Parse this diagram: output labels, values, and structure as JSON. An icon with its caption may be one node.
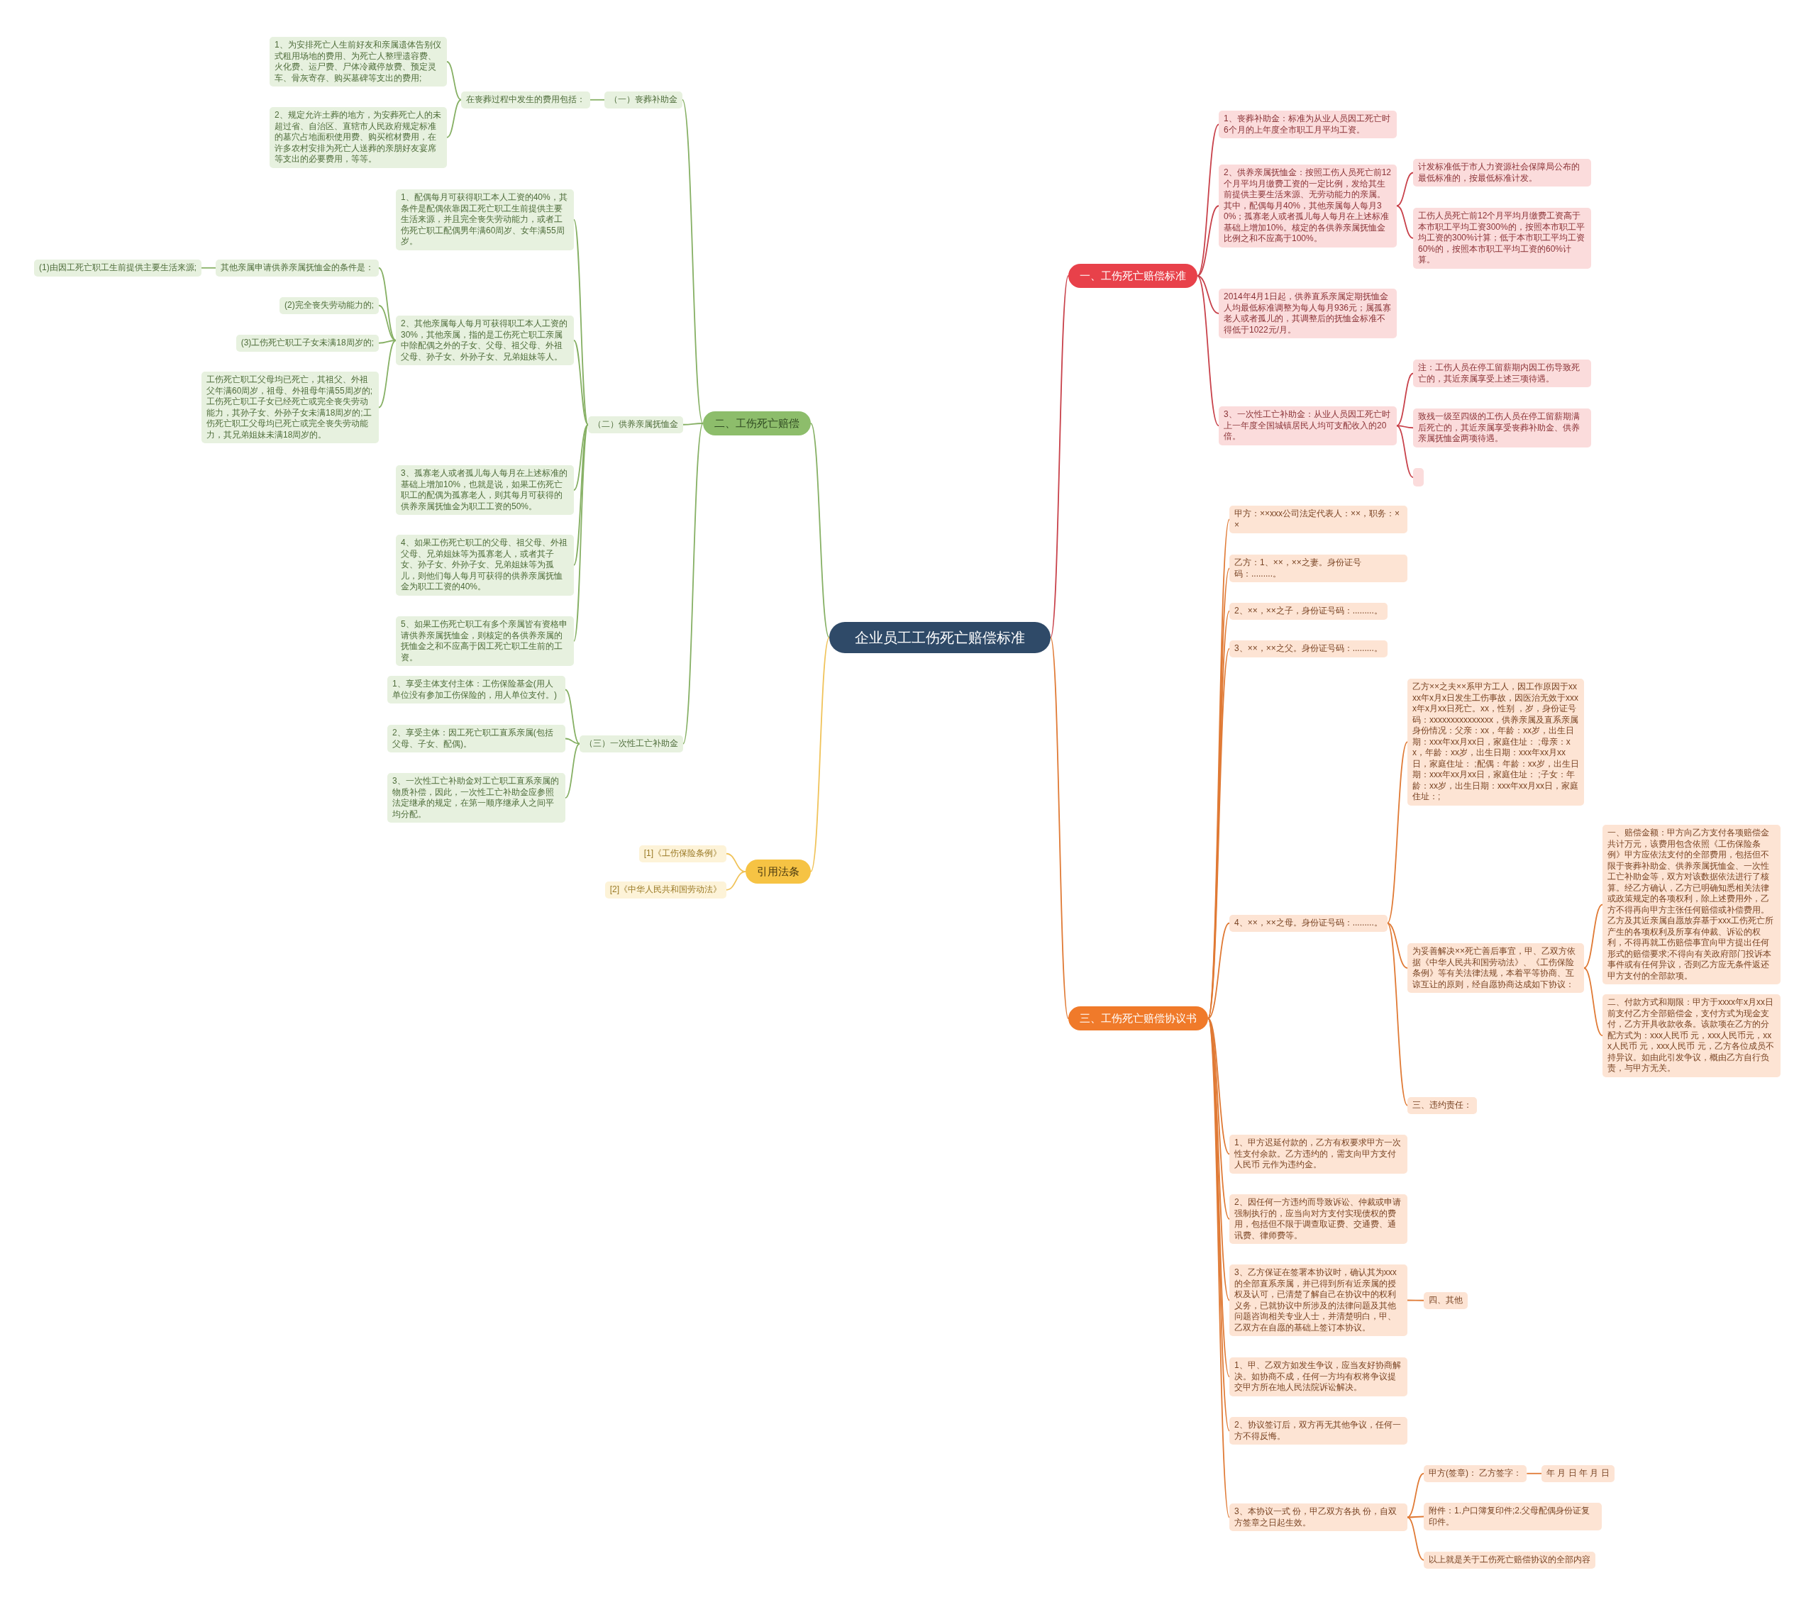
{
  "diagram": {
    "nodes": [
      {
        "text": [
          "企业员工工伤死亡赔偿标准"
        ]
      },
      {
        "text": [
          "一、工伤死亡赔偿标准"
        ]
      },
      {
        "text": [
          "1、丧葬补助金：标准为从业人员因工死亡时6个月的上年度全市职工月平均工资。"
        ]
      },
      {
        "text": [
          "2、供养亲属抚恤金：按照工伤人员死亡前12个月平均月缴费工资的一定比例，发给其生前提供主要生活来源、无劳动能力的亲属。其中，配偶每月40%，其他亲属每人每月30%；孤寡老人或者孤儿每人每月在上述标准基础上增加10%。核定的各供养亲属抚恤金比例之和不应高于100%。"
        ]
      },
      {
        "text": [
          "计发标准低于市人力资源社会保障局公布的最低标准的，按最低标准计发。"
        ]
      },
      {
        "text": [
          "工伤人员死亡前12个月平均月缴费工资高于本市职工平均工资300%的，按照本市职工平均工资的300%计算；低于本市职工平均工资60%的，按照本市职工平均工资的60%计算。"
        ]
      },
      {
        "text": [
          "2014年4月1日起，供养直系亲属定期抚恤金人均最低标准调整为每人每月936元；属孤寡老人或者孤儿的，其调整后的抚恤金标准不得低于1022元/月。"
        ]
      },
      {
        "text": [
          "3、一次性工亡补助金：从业人员因工死亡时上一年度全国城镇居民人均可支配收入的20倍。"
        ]
      },
      {
        "text": [
          "注：工伤人员在停工留薪期内因工伤导致死亡的，其近亲属享受上述三项待遇。"
        ]
      },
      {
        "text": [
          "致残一级至四级的工伤人员在停工留薪期满后死亡的，其近亲属享受丧葬补助金、供养亲属抚恤金两项待遇。"
        ]
      },
      {
        "text": [],
        "shape": "box"
      },
      {
        "text": [
          "二、工伤死亡赔偿"
        ]
      },
      {
        "text": [
          "（一）丧葬补助金"
        ]
      },
      {
        "text": [
          "在丧葬过程中发生的费用包括："
        ]
      },
      {
        "text": [
          "1、为安排死亡人生前好友和亲属遗体告别仪式租用场地的费用、为死亡人整理遗容费、火化费、运尸费、尸体冷藏停放费、预定灵车、骨灰寄存、购买墓碑等支出的费用;"
        ]
      },
      {
        "text": [
          "2、规定允许土葬的地方，为安葬死亡人的未超过省、自治区、直辖市人民政府规定标准的墓穴占地面积使用费、购买棺材费用，在许多农村安排为死亡人送葬的亲朋好友宴席等支出的必要费用，等等。"
        ]
      },
      {
        "text": [
          "（二）供养亲属抚恤金"
        ]
      },
      {
        "text": [
          "1、配偶每月可获得职工本人工资的40%，其条件是配偶依靠因工死亡职工生前提供主要生活来源，并且完全丧失劳动能力，或者工伤死亡职工配偶男年满60周岁、女年满55周岁。"
        ]
      },
      {
        "text": [
          "2、其他亲属每人每月可获得职工本人工资的30%，其他亲属，指的是工伤死亡职工亲属中除配偶之外的子女、父母、祖父母、外祖父母、孙子女、外孙子女、兄弟姐妹等人。"
        ]
      },
      {
        "text": [
          "其他亲属申请供养亲属抚恤金的条件是："
        ]
      },
      {
        "text": [
          "(1)由因工死亡职工生前提供主要生活来源;"
        ]
      },
      {
        "text": [
          "(2)完全丧失劳动能力的;"
        ]
      },
      {
        "text": [
          "(3)工伤死亡职工子女未满18周岁的;"
        ]
      },
      {
        "text": [
          "工伤死亡职工父母均已死亡，其祖父、外祖父年满60周岁，祖母、外祖母年满55周岁的;工伤死亡职工子女已经死亡或完全丧失劳动能力，其孙子女、外孙子女未满18周岁的;工伤死亡职工父母均已死亡或完全丧失劳动能力，其兄弟姐妹未满18周岁的。"
        ]
      },
      {
        "text": [
          "3、孤寡老人或者孤儿每人每月在上述标准的基础上增加10%，也就是说，如果工伤死亡职工的配偶为孤寡老人，则其每月可获得的供养亲属抚恤金为职工工资的50%。"
        ]
      },
      {
        "text": [
          "4、如果工伤死亡职工的父母、祖父母、外祖父母、兄弟姐妹等为孤寡老人，或者其子女、孙子女、外孙子女、兄弟姐妹等为孤儿，则他们每人每月可获得的供养亲属抚恤金为职工工资的40%。"
        ]
      },
      {
        "text": [
          "5、如果工伤死亡职工有多个亲属皆有资格申请供养亲属抚恤金，则核定的各供养亲属的抚恤金之和不应高于因工死亡职工生前的工资。"
        ]
      },
      {
        "text": [
          "（三）一次性工亡补助金"
        ]
      },
      {
        "text": [
          "1、享受主体支付主体：工伤保险基金(用人单位没有参加工伤保险的，用人单位支付。)"
        ]
      },
      {
        "text": [
          "2、享受主体：因工死亡职工直系亲属(包括父母、子女、配偶)。"
        ]
      },
      {
        "text": [
          "3、一次性工亡补助金对工亡职工直系亲属的物质补偿，因此，一次性工亡补助金应参照法定继承的规定，在第一顺序继承人之间平均分配。"
        ]
      },
      {
        "text": [
          "引用法条"
        ]
      },
      {
        "text": [
          "[1]《工伤保险条例》"
        ]
      },
      {
        "text": [
          "[2]《中华人民共和国劳动法》"
        ]
      },
      {
        "text": [
          "三、工伤死亡赔偿协议书"
        ]
      },
      {
        "text": [
          "甲方：××xxx公司法定代表人：××，职务：××"
        ]
      },
      {
        "text": [
          "乙方：1、××，××之妻。身份证号码：.........。"
        ]
      },
      {
        "text": [
          "2、××，××之子，身份证号码：.........。"
        ]
      },
      {
        "text": [
          "3、××，××之父。身份证号码：.........。"
        ]
      },
      {
        "text": [
          "4、××，××之母。身份证号码：.........。"
        ]
      },
      {
        "text": [
          "乙方××之夫××系甲方工人，因工作原因于xxxx年x月x日发生工伤事故，因医治无效于xxxx年x月xx日死亡。xx，性别 ，岁，身份证号码：xxxxxxxxxxxxxxx，供养亲属及直系亲属身份情况：父亲：xx，年龄：xx岁，出生日期：xxx年xx月xx日，家庭住址： ;母亲：xx，年龄：xx岁，出生日期：xxx年xx月xx日，家庭住址： ;配偶：年龄：xx岁，出生日期：xxx年xx月xx日，家庭住址： ;子女：年龄：xx岁，出生日期：xxx年xx月xx日，家庭住址：;"
        ]
      },
      {
        "text": [
          "为妥善解决××死亡善后事宜，甲、乙双方依据《中华人民共和国劳动法》、《工伤保险条例》等有关法律法规，本着平等协商、互谅互让的原则，经自愿协商达成如下协议："
        ]
      },
      {
        "text": [
          "一、赔偿金额：甲方向乙方支付各项赔偿金共计万元，该费用包含依照《工伤保险条例》甲方应依法支付的全部费用，包括但不限于丧葬补助金、供养亲属抚恤金、一次性工亡补助金等，双方对该数据依法进行了核算。经乙方确认，乙方已明确知悉相关法律或政策规定的各项权利，除上述费用外，乙方不得再向甲方主张任何赔偿或补偿费用。乙方及其近亲属自愿放弃基于xxx工伤死亡所产生的各项权利及所享有仲裁、诉讼的权利，不得再就工伤赔偿事宜向甲方提出任何形式的赔偿要求;不得向有关政府部门投诉本事件或有任何异议，否则乙方应无条件返还甲方支付的全部款项。"
        ]
      },
      {
        "text": [
          "二、付款方式和期限：甲方于xxxx年x月xx日前支付乙方全部赔偿金，支付方式为现金支付，乙方开具收款收条。该款项在乙方的分配方式为：xxx人民币 元，xxx人民币元，xxx人民币 元，xxx人民币 元，乙方各位成员不持异议。如由此引发争议，概由乙方自行负责，与甲方无关。"
        ]
      },
      {
        "text": [
          "三、违约责任："
        ]
      },
      {
        "text": [
          "1、甲方迟延付款的，乙方有权要求甲方一次性支付余款。乙方违约的，需支向甲方支付人民币 元作为违约金。"
        ]
      },
      {
        "text": [
          "2、因任何一方违约而导致诉讼、仲裁或申请强制执行的，应当向对方支付实现债权的费用，包括但不限于调查取证费、交通费、通讯费、律师费等。"
        ]
      },
      {
        "text": [
          "3、乙方保证在签署本协议时，确认其为xxx的全部直系亲属，并已得到所有近亲属的授权及认可，已清楚了解自己在协议中的权利义务，已就协议中所涉及的法律问题及其他问题咨询相关专业人士，并清楚明白，甲、乙双方在自愿的基础上签订本协议。"
        ]
      },
      {
        "text": [
          "四、其他"
        ]
      },
      {
        "text": [
          "1、甲、乙双方如发生争议，应当友好协商解决。如协商不成，任何一方均有权将争议提交甲方所在地人民法院诉讼解决。"
        ]
      },
      {
        "text": [
          "2、协议签订后，双方再无其他争议，任何一方不得反悔。"
        ]
      },
      {
        "text": [
          "3、本协议一式 份，甲乙双方各执 份，自双方签章之日起生效。"
        ]
      },
      {
        "text": [
          "甲方(签章)： 乙方签字："
        ]
      },
      {
        "text": [
          "年 月 日 年 月 日"
        ]
      },
      {
        "text": [
          "附件：1.户口簿复印件;2.父母配偶身份证复印件。"
        ]
      },
      {
        "text": [
          "以上就是关于工伤死亡赔偿协议的全部内容"
        ]
      }
    ],
    "edges": [
      {
        "from": 0,
        "to": 1,
        "arrow": "none",
        "color": "#c8414a"
      },
      {
        "from": 0,
        "to": 11,
        "arrow": "none",
        "color": "#86b064"
      },
      {
        "from": 0,
        "to": 31,
        "arrow": "none",
        "color": "#f0c35a"
      },
      {
        "from": 0,
        "to": 34,
        "arrow": "none"
      },
      {
        "from": 1,
        "to": 2,
        "arrow": "none",
        "color": "#c8414a"
      },
      {
        "from": 1,
        "to": 3,
        "arrow": "none",
        "color": "#c8414a"
      },
      {
        "from": 1,
        "to": 6,
        "arrow": "none",
        "color": "#c8414a"
      },
      {
        "from": 1,
        "to": 7,
        "arrow": "none",
        "color": "#c8414a"
      },
      {
        "from": 3,
        "to": 4,
        "arrow": "none",
        "color": "#c8414a"
      },
      {
        "from": 3,
        "to": 5,
        "arrow": "none",
        "color": "#c8414a"
      },
      {
        "from": 7,
        "to": 8,
        "arrow": "none",
        "color": "#c8414a"
      },
      {
        "from": 7,
        "to": 9,
        "arrow": "none",
        "color": "#c8414a"
      },
      {
        "from": 7,
        "to": 10,
        "arrow": "none",
        "color": "#c8414a"
      },
      {
        "from": 11,
        "to": 12,
        "arrow": "none",
        "color": "#86b064"
      },
      {
        "from": 11,
        "to": 16,
        "arrow": "none",
        "color": "#86b064"
      },
      {
        "from": 11,
        "to": 27,
        "arrow": "none",
        "color": "#86b064"
      },
      {
        "from": 12,
        "to": 13,
        "arrow": "none",
        "color": "#86b064"
      },
      {
        "from": 13,
        "to": 14,
        "arrow": "none",
        "color": "#86b064"
      },
      {
        "from": 13,
        "to": 15,
        "arrow": "none",
        "color": "#86b064"
      },
      {
        "from": 16,
        "to": 17,
        "arrow": "none",
        "color": "#86b064"
      },
      {
        "from": 16,
        "to": 18,
        "arrow": "none",
        "color": "#86b064"
      },
      {
        "from": 16,
        "to": 24,
        "arrow": "none",
        "color": "#86b064"
      },
      {
        "from": 16,
        "to": 25,
        "arrow": "none",
        "color": "#86b064"
      },
      {
        "from": 16,
        "to": 26,
        "arrow": "none",
        "color": "#86b064"
      },
      {
        "from": 18,
        "to": 19,
        "arrow": "none",
        "color": "#86b064"
      },
      {
        "from": 18,
        "to": 21,
        "arrow": "none",
        "color": "#86b064"
      },
      {
        "from": 18,
        "to": 22,
        "arrow": "none",
        "color": "#86b064"
      },
      {
        "from": 18,
        "to": 23,
        "arrow": "none",
        "color": "#86b064"
      },
      {
        "from": 19,
        "to": 20,
        "arrow": "none",
        "color": "#86b064"
      },
      {
        "from": 27,
        "to": 28,
        "arrow": "none",
        "color": "#86b064"
      },
      {
        "from": 27,
        "to": 29,
        "arrow": "none",
        "color": "#86b064"
      },
      {
        "from": 27,
        "to": 30,
        "arrow": "none",
        "color": "#86b064"
      },
      {
        "from": 31,
        "to": 32,
        "arrow": "none",
        "color": "#f0c35a"
      },
      {
        "from": 31,
        "to": 33,
        "arrow": "none",
        "color": "#f0c35a"
      },
      {
        "from": 34,
        "to": 35,
        "arrow": "none"
      },
      {
        "from": 34,
        "to": 36,
        "arrow": "none"
      },
      {
        "from": 34,
        "to": 37,
        "arrow": "none"
      },
      {
        "from": 34,
        "to": 38,
        "arrow": "none"
      },
      {
        "from": 34,
        "to": 39,
        "arrow": "none"
      },
      {
        "from": 39,
        "to": 40,
        "arrow": "none"
      },
      {
        "from": 39,
        "to": 41,
        "arrow": "none"
      },
      {
        "from": 39,
        "to": 44,
        "arrow": "none"
      },
      {
        "from": 41,
        "to": 42,
        "arrow": "none"
      },
      {
        "from": 41,
        "to": 43,
        "arrow": "none"
      },
      {
        "from": 34,
        "to": 45,
        "arrow": "none"
      },
      {
        "from": 34,
        "to": 46,
        "arrow": "none"
      },
      {
        "from": 34,
        "to": 47,
        "arrow": "none"
      },
      {
        "from": 47,
        "to": 48,
        "arrow": "none"
      },
      {
        "from": 34,
        "to": 49,
        "arrow": "none"
      },
      {
        "from": 34,
        "to": 50,
        "arrow": "none"
      },
      {
        "from": 34,
        "to": 51,
        "arrow": "none"
      },
      {
        "from": 51,
        "to": 52,
        "arrow": "none"
      },
      {
        "from": 52,
        "to": 53,
        "arrow": "none"
      },
      {
        "from": 51,
        "to": 54,
        "arrow": "none"
      },
      {
        "from": 51,
        "to": 55,
        "arrow": "none"
      }
    ]
  }
}
